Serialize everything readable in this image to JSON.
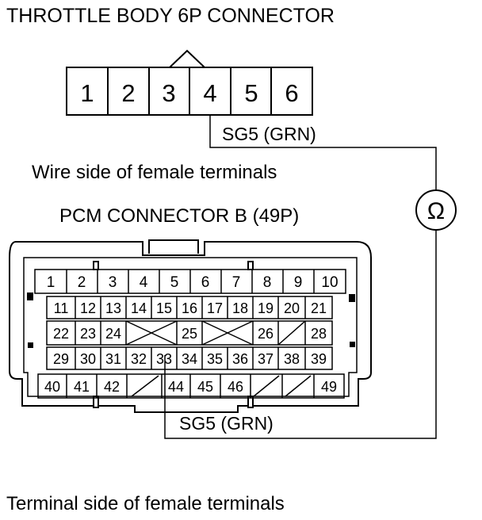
{
  "title": "THROTTLE BODY 6P CONNECTOR",
  "throttle_connector": {
    "pins": [
      "1",
      "2",
      "3",
      "4",
      "5",
      "6"
    ]
  },
  "wire_label_top": "SG5 (GRN)",
  "wire_side_caption": "Wire side of female terminals",
  "ohmmeter_symbol": "Ω",
  "pcm_title": "PCM CONNECTOR B (49P)",
  "pcm_connector": {
    "row1": [
      "1",
      "2",
      "3",
      "4",
      "5",
      "6",
      "7",
      "8",
      "9",
      "10"
    ],
    "row2": [
      "11",
      "12",
      "13",
      "14",
      "15",
      "16",
      "17",
      "18",
      "19",
      "20",
      "21"
    ],
    "row3": [
      "22",
      "23",
      "24",
      "",
      "25",
      "",
      "26",
      "",
      "28"
    ],
    "row4": [
      "29",
      "30",
      "31",
      "32",
      "33",
      "34",
      "35",
      "36",
      "37",
      "38",
      "39"
    ],
    "row5": [
      "40",
      "41",
      "42",
      "",
      "44",
      "45",
      "46",
      "",
      "",
      "49"
    ]
  },
  "wire_label_bottom": "SG5 (GRN)",
  "terminal_side_caption": "Terminal side of female terminals"
}
